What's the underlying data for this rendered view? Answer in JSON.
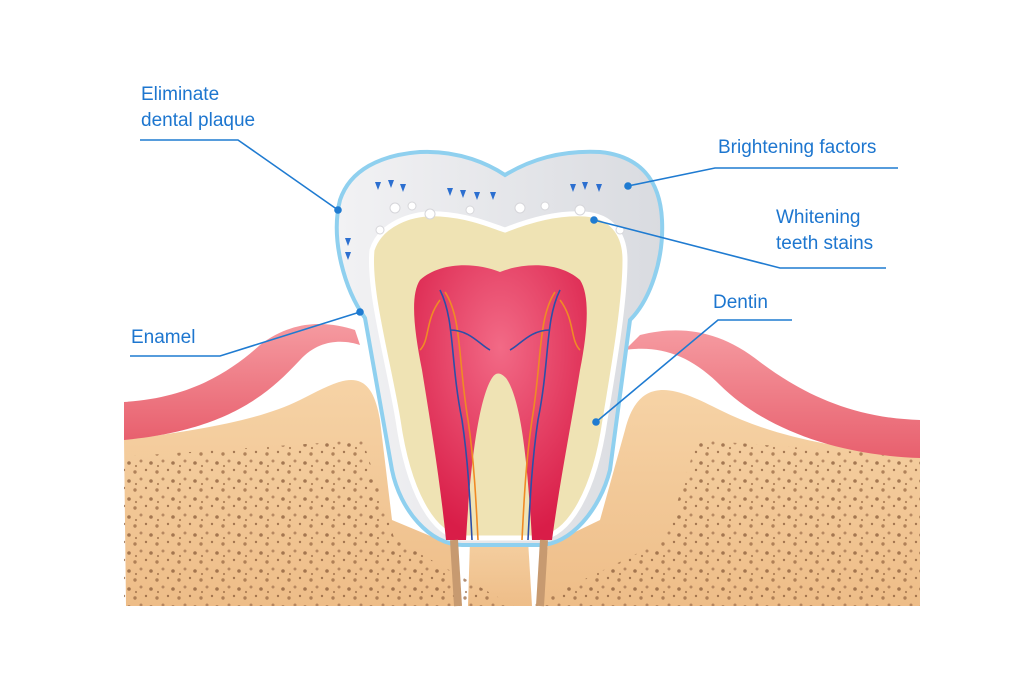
{
  "labels": {
    "eliminate_plaque": [
      "Eliminate",
      "dental plaque"
    ],
    "brightening": "Brightening factors",
    "whitening": [
      "Whitening",
      "teeth stains"
    ],
    "enamel": "Enamel",
    "dentin": "Dentin"
  },
  "colors": {
    "label_text": "#1d76cf",
    "leader_line": "#1f7bd1",
    "enamel_outline": "#8fd0ef",
    "enamel_fill": "#e9eaed",
    "dentin_fill": "#efe3b4",
    "pulp_fill": "#e8375b",
    "gum_fill": "#f07c86",
    "bone_fill": "#f3c894"
  },
  "icons": [
    "plaque-arrow-icon",
    "whitening-bubble-icon",
    "pointer-dot-icon"
  ]
}
